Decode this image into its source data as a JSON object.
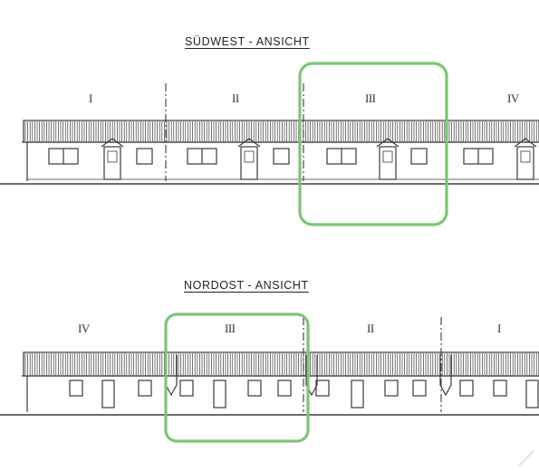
{
  "elevations": [
    {
      "title": "SÜDWEST - ANSICHT",
      "unit_labels": [
        "I",
        "II",
        "III",
        "IV"
      ],
      "highlighted_unit": "III"
    },
    {
      "title": "NORDOST - ANSICHT",
      "unit_labels": [
        "IV",
        "III",
        "II",
        "I"
      ],
      "highlighted_unit": "III"
    }
  ],
  "colors": {
    "line": "#3a3a3a",
    "highlight": "#7cc576",
    "paper": "#ffffff"
  }
}
